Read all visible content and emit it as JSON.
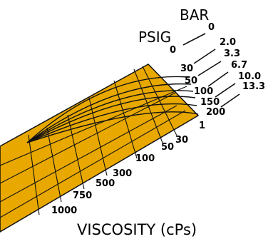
{
  "colors": {
    "surface": "#e8a800",
    "line": "#111111",
    "background": "#ffffff"
  },
  "units": {
    "bar": "BAR",
    "psig": "PSIG",
    "viscosity_title": "VISCOSITY  (cPs)"
  },
  "pressure": [
    {
      "psig": "0",
      "bar": "0"
    },
    {
      "psig": "30",
      "bar": "2.0"
    },
    {
      "psig": "50",
      "bar": "3.3"
    },
    {
      "psig": "100",
      "bar": "6.7"
    },
    {
      "psig": "150",
      "bar": "10.0"
    },
    {
      "psig": "200",
      "bar": "13.3"
    }
  ],
  "viscosity": [
    "1",
    "30",
    "50",
    "100",
    "300",
    "500",
    "750",
    "1000"
  ]
}
